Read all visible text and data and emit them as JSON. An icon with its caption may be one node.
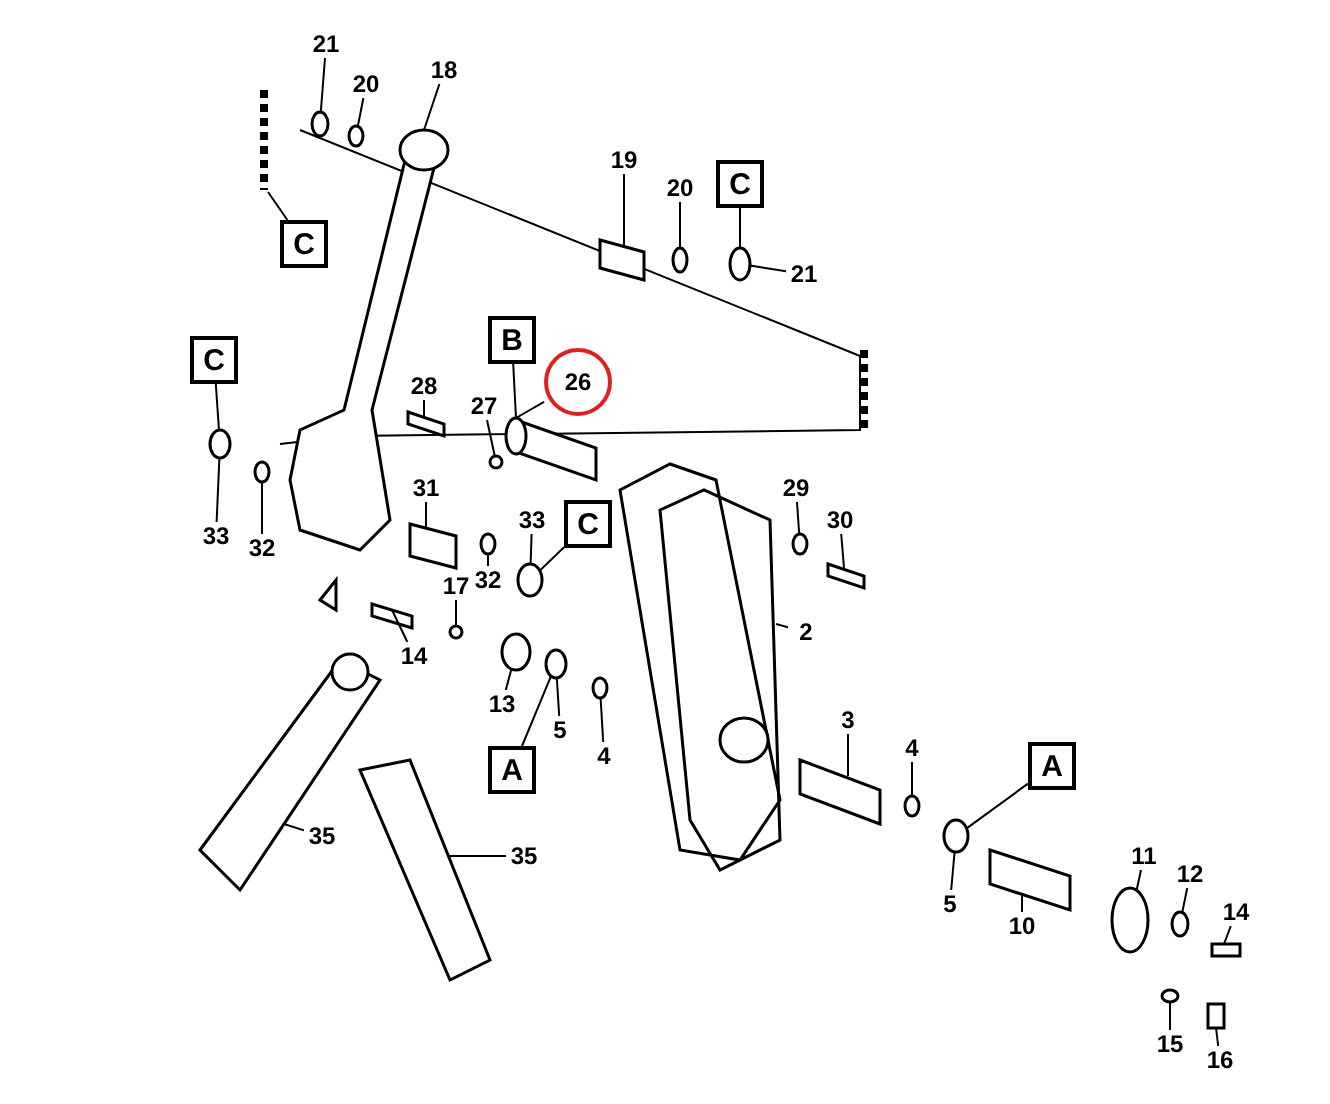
{
  "diagram": {
    "nodes": [
      {
        "text": [
          "21"
        ]
      },
      {
        "text": [
          "20"
        ]
      },
      {
        "text": [
          "18"
        ]
      },
      {
        "text": [
          "C"
        ]
      },
      {
        "text": [
          "19"
        ]
      },
      {
        "text": [
          "20"
        ]
      },
      {
        "text": [
          "C"
        ]
      },
      {
        "text": [
          "21"
        ]
      },
      {
        "text": [
          "C"
        ]
      },
      {
        "text": [
          "B"
        ]
      },
      {
        "text": [
          "26"
        ]
      },
      {
        "text": [
          "28"
        ]
      },
      {
        "text": [
          "27"
        ]
      },
      {
        "text": [
          "33"
        ]
      },
      {
        "text": [
          "32"
        ]
      },
      {
        "text": [
          "31"
        ]
      },
      {
        "text": [
          "32"
        ]
      },
      {
        "text": [
          "33"
        ]
      },
      {
        "text": [
          "C"
        ]
      },
      {
        "text": [
          "29"
        ]
      },
      {
        "text": [
          "30"
        ]
      },
      {
        "text": [
          "2"
        ]
      },
      {
        "text": [
          "17"
        ]
      },
      {
        "text": [
          "14"
        ]
      },
      {
        "text": [
          "13"
        ]
      },
      {
        "text": [
          "5"
        ]
      },
      {
        "text": [
          "4"
        ]
      },
      {
        "text": [
          "A"
        ]
      },
      {
        "text": [
          "3"
        ]
      },
      {
        "text": [
          "4"
        ]
      },
      {
        "text": [
          "A"
        ]
      },
      {
        "text": [
          "5"
        ]
      },
      {
        "text": [
          "10"
        ]
      },
      {
        "text": [
          "11"
        ]
      },
      {
        "text": [
          "12"
        ]
      },
      {
        "text": [
          "14"
        ]
      },
      {
        "text": [
          "15"
        ]
      },
      {
        "text": [
          "16"
        ]
      },
      {
        "text": [
          "35"
        ]
      },
      {
        "text": [
          "35"
        ]
      },
      {
        "text": [],
        "shape": "circle"
      },
      {
        "text": [],
        "shape": "circle"
      },
      {
        "text": [],
        "shape": "picture"
      },
      {
        "text": [],
        "shape": "bar"
      },
      {
        "text": [],
        "shape": "cylinder"
      },
      {
        "text": [],
        "shape": "circle"
      },
      {
        "text": [],
        "shape": "circle"
      },
      {
        "text": [],
        "shape": "circle"
      },
      {
        "text": [],
        "shape": "cylinder"
      },
      {
        "text": [],
        "shape": "cylinder"
      },
      {
        "text": [],
        "shape": "circle"
      },
      {
        "text": [],
        "shape": "circle"
      },
      {
        "text": [],
        "shape": "cylinder"
      },
      {
        "text": [],
        "shape": "circle"
      },
      {
        "text": [],
        "shape": "circle"
      },
      {
        "text": [],
        "shape": "circle"
      },
      {
        "text": [],
        "shape": "cylinder"
      },
      {
        "text": [],
        "shape": "picture"
      },
      {
        "text": [],
        "shape": "circle"
      },
      {
        "text": [],
        "shape": "cylinder"
      },
      {
        "text": [],
        "shape": "circle"
      },
      {
        "text": [],
        "shape": "circle"
      },
      {
        "text": [],
        "shape": "circle"
      },
      {
        "text": [],
        "shape": "cylinder"
      },
      {
        "text": [],
        "shape": "circle"
      },
      {
        "text": [],
        "shape": "circle"
      },
      {
        "text": [],
        "shape": "cylinder"
      },
      {
        "text": [],
        "shape": "circle"
      },
      {
        "text": [],
        "shape": "circle"
      },
      {
        "text": [],
        "shape": "cylinder"
      },
      {
        "text": [],
        "shape": "circle"
      },
      {
        "text": [],
        "shape": "cylinder"
      },
      {
        "text": [],
        "shape": "picture"
      },
      {
        "text": [],
        "shape": "picture"
      }
    ],
    "edges": [
      {
        "from": 0,
        "to": 40,
        "arrow": "none"
      },
      {
        "from": 1,
        "to": 41,
        "arrow": "none"
      },
      {
        "from": 2,
        "to": 42,
        "arrow": "none"
      },
      {
        "from": 3,
        "to": 43,
        "arrow": "none"
      },
      {
        "from": 4,
        "to": 44,
        "arrow": "none"
      },
      {
        "from": 5,
        "to": 45,
        "arrow": "none"
      },
      {
        "from": 6,
        "to": 46,
        "arrow": "none"
      },
      {
        "from": 7,
        "to": 46,
        "arrow": "none"
      },
      {
        "from": 8,
        "to": 47,
        "arrow": "none"
      },
      {
        "from": 9,
        "to": 48,
        "arrow": "none"
      },
      {
        "from": 10,
        "to": 48,
        "arrow": "none"
      },
      {
        "from": 11,
        "to": 49,
        "arrow": "none"
      },
      {
        "from": 12,
        "to": 50,
        "arrow": "none"
      },
      {
        "from": 13,
        "to": 47,
        "arrow": "none"
      },
      {
        "from": 14,
        "to": 51,
        "arrow": "none"
      },
      {
        "from": 15,
        "to": 52,
        "arrow": "none"
      },
      {
        "from": 16,
        "to": 53,
        "arrow": "none"
      },
      {
        "from": 17,
        "to": 54,
        "arrow": "none"
      },
      {
        "from": 18,
        "to": 54,
        "arrow": "none"
      },
      {
        "from": 19,
        "to": 55,
        "arrow": "none"
      },
      {
        "from": 20,
        "to": 56,
        "arrow": "none"
      },
      {
        "from": 21,
        "to": 57,
        "arrow": "none"
      },
      {
        "from": 22,
        "to": 58,
        "arrow": "none"
      },
      {
        "from": 23,
        "to": 59,
        "arrow": "none"
      },
      {
        "from": 24,
        "to": 60,
        "arrow": "none"
      },
      {
        "from": 25,
        "to": 61,
        "arrow": "none"
      },
      {
        "from": 26,
        "to": 62,
        "arrow": "none"
      },
      {
        "from": 27,
        "to": 61,
        "arrow": "none"
      },
      {
        "from": 28,
        "to": 63,
        "arrow": "none"
      },
      {
        "from": 29,
        "to": 64,
        "arrow": "none"
      },
      {
        "from": 30,
        "to": 65,
        "arrow": "none"
      },
      {
        "from": 31,
        "to": 65,
        "arrow": "none"
      },
      {
        "from": 32,
        "to": 66,
        "arrow": "none"
      },
      {
        "from": 33,
        "to": 67,
        "arrow": "none"
      },
      {
        "from": 34,
        "to": 68,
        "arrow": "none"
      },
      {
        "from": 35,
        "to": 69,
        "arrow": "none"
      },
      {
        "from": 36,
        "to": 70,
        "arrow": "none"
      },
      {
        "from": 37,
        "to": 71,
        "arrow": "none"
      },
      {
        "from": 38,
        "to": 72,
        "arrow": "none"
      },
      {
        "from": 39,
        "to": 73,
        "arrow": "none"
      }
    ]
  }
}
